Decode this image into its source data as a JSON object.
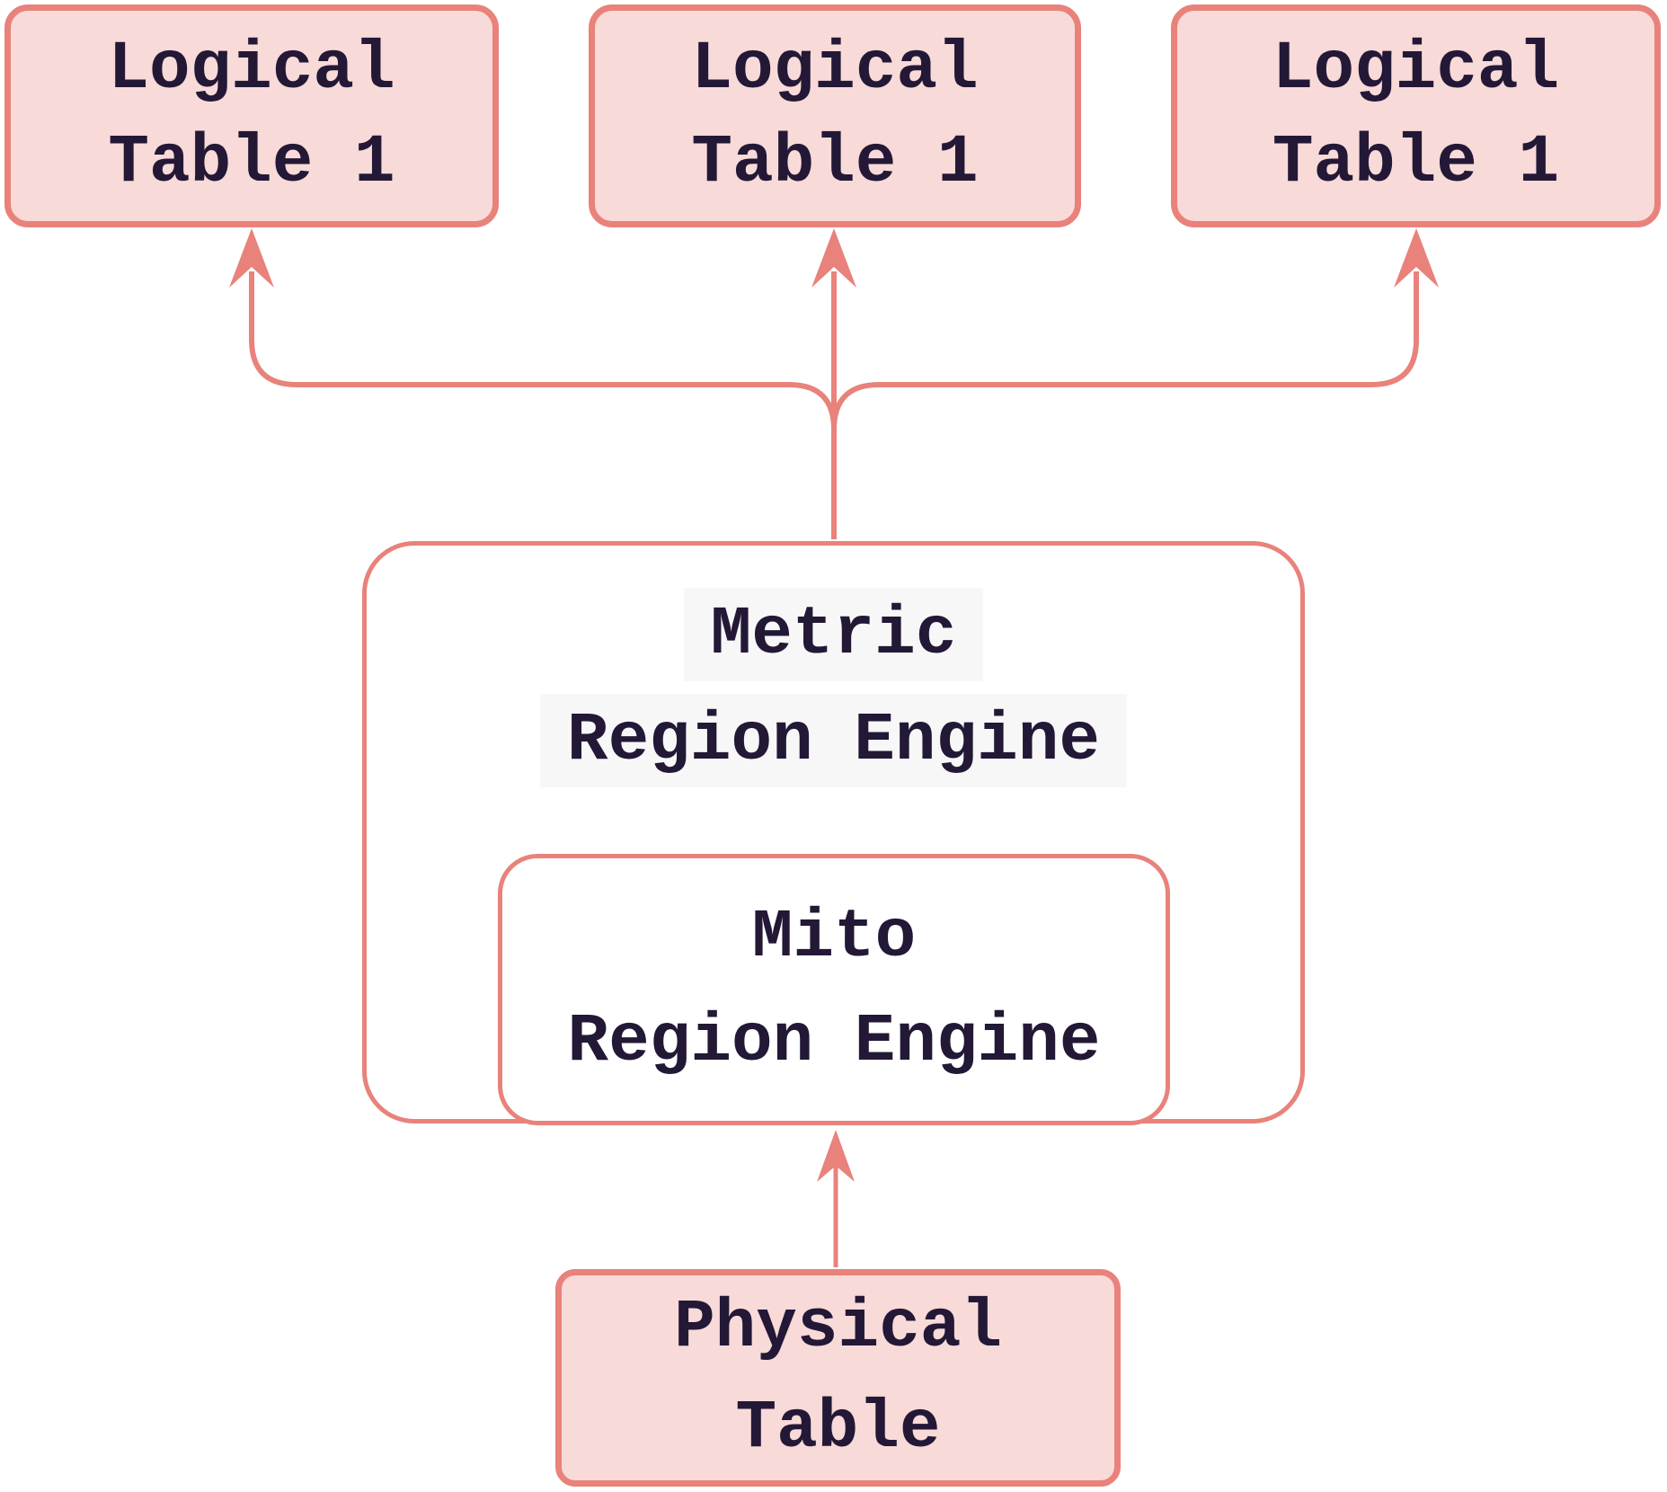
{
  "diagram": {
    "type": "flowchart",
    "background": "#ffffff",
    "colors": {
      "stroke": "#e8827b",
      "table_fill": "#f8dad8",
      "engine_fill": "#ffffff",
      "text": "#231836",
      "metric_text_highlight": "#f7f7f7"
    },
    "nodes": {
      "logical_a": {
        "line1": "Logical",
        "line2": "Table 1"
      },
      "logical_b": {
        "line1": "Logical",
        "line2": "Table 1"
      },
      "logical_c": {
        "line1": "Logical",
        "line2": "Table 1"
      },
      "metric": {
        "line1": "Metric",
        "line2": "Region Engine"
      },
      "mito": {
        "line1": "Mito",
        "line2": "Region Engine"
      },
      "physical": {
        "line1": "Physical",
        "line2": "Table"
      }
    },
    "edges": [
      {
        "from": "Metric Region Engine",
        "to": "Logical Table 1 (left)"
      },
      {
        "from": "Metric Region Engine",
        "to": "Logical Table 1 (center)"
      },
      {
        "from": "Metric Region Engine",
        "to": "Logical Table 1 (right)"
      },
      {
        "from": "Physical Table",
        "to": "Mito Region Engine"
      }
    ]
  }
}
